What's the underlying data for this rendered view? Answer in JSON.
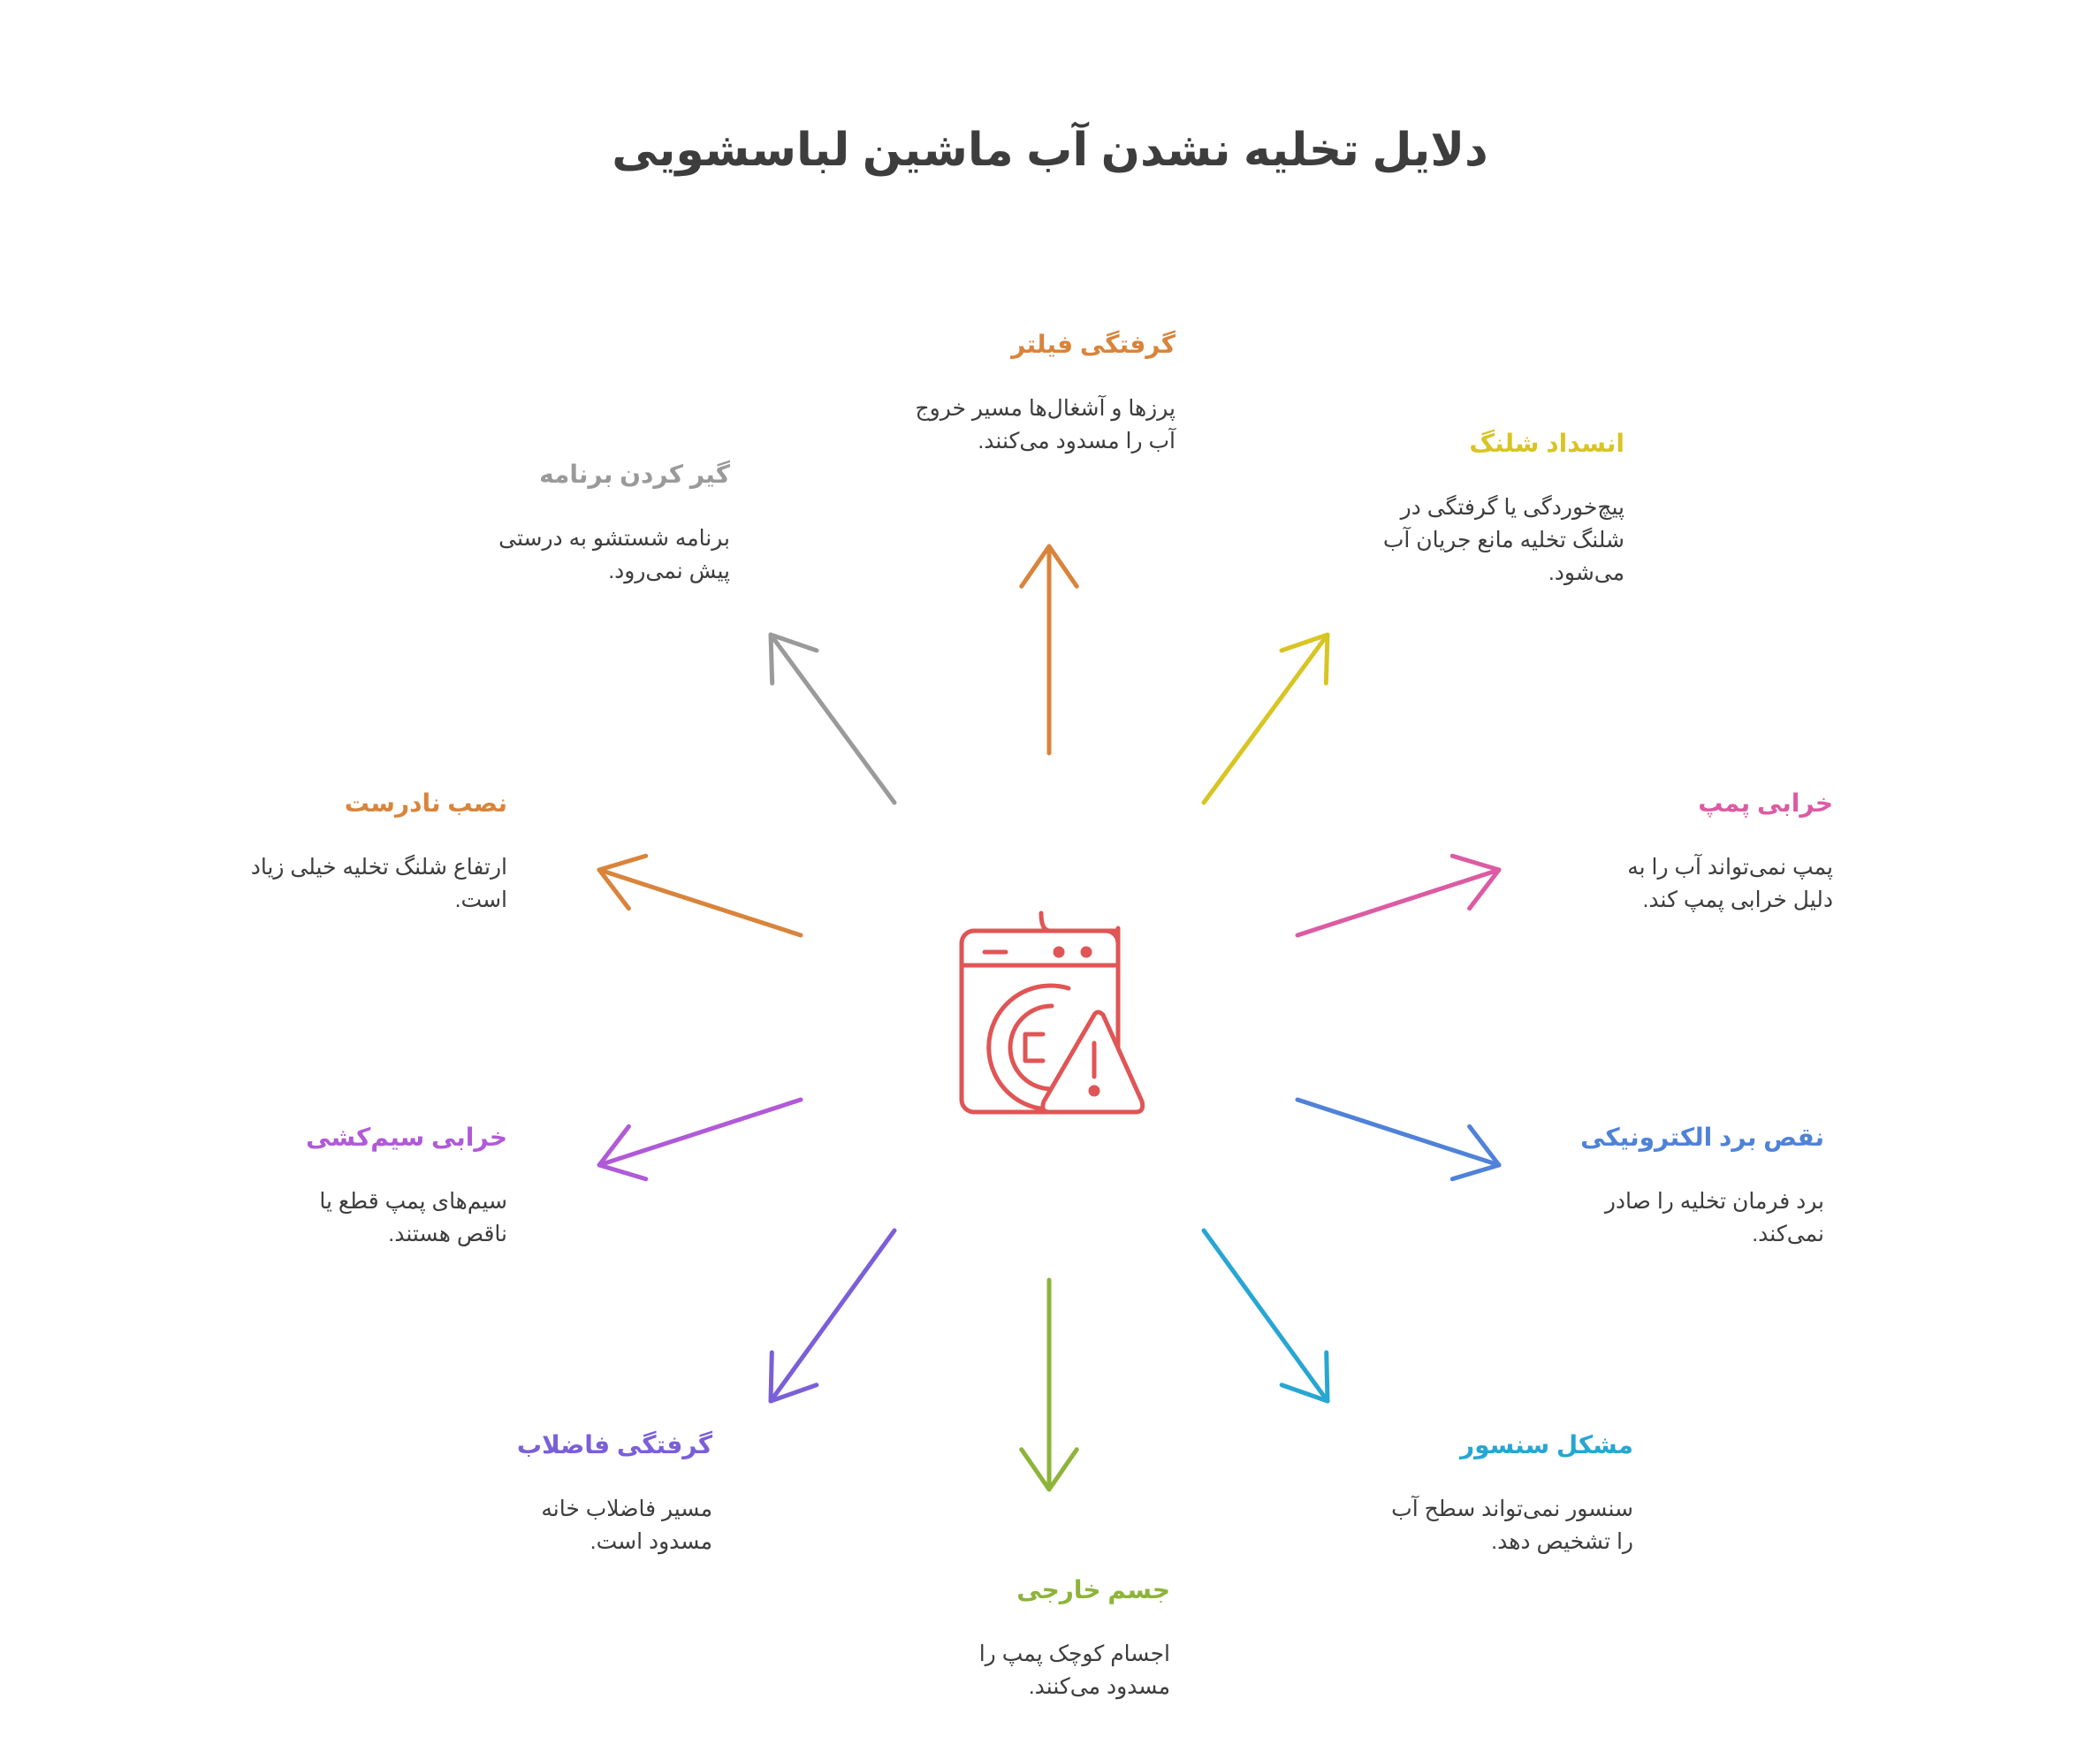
{
  "title": "دلایل تخلیه نشدن آب ماشین لباسشویی",
  "center_icon": "washing-machine-warning-icon",
  "items": [
    {
      "key": "filter",
      "title": "گرفتگی فیلتر",
      "text": "پرزها و آشغال‌ها مسیر خروج آب را مسدود می‌کنند.",
      "color": "#d9843b"
    },
    {
      "key": "hose",
      "title": "انسداد شلنگ",
      "text": "پیچ‌خوردگی یا گرفتگی در شلنگ تخلیه مانع جریان آب می‌شود.",
      "color": "#d8c523"
    },
    {
      "key": "pump",
      "title": "خرابی پمپ",
      "text": "پمپ نمی‌تواند آب را به دلیل خرابی پمپ کند.",
      "color": "#dc5ba3"
    },
    {
      "key": "board",
      "title": "نقص برد الکترونیکی",
      "text": "برد فرمان تخلیه را صادر نمی‌کند.",
      "color": "#4f82d8"
    },
    {
      "key": "sensor",
      "title": "مشکل سنسور",
      "text": "سنسور نمی‌تواند سطح آب را تشخیص دهد.",
      "color": "#27a6d3"
    },
    {
      "key": "object",
      "title": "جسم خارجی",
      "text": "اجسام کوچک پمپ را مسدود می‌کنند.",
      "color": "#8db43a"
    },
    {
      "key": "sewer",
      "title": "گرفتگی فاضلاب",
      "text": "مسیر فاضلاب خانه مسدود است.",
      "color": "#7b5fd8"
    },
    {
      "key": "wiring",
      "title": "خرابی سیم‌کشی",
      "text": "سیم‌های پمپ قطع یا ناقص هستند.",
      "color": "#b05ad8"
    },
    {
      "key": "install",
      "title": "نصب نادرست",
      "text": "ارتفاع شلنگ تخلیه خیلی زیاد است.",
      "color": "#d9843b"
    },
    {
      "key": "program",
      "title": "گیر کردن برنامه",
      "text": "برنامه شستشو به درستی پیش نمی‌رود.",
      "color": "#9a9a9a"
    }
  ]
}
